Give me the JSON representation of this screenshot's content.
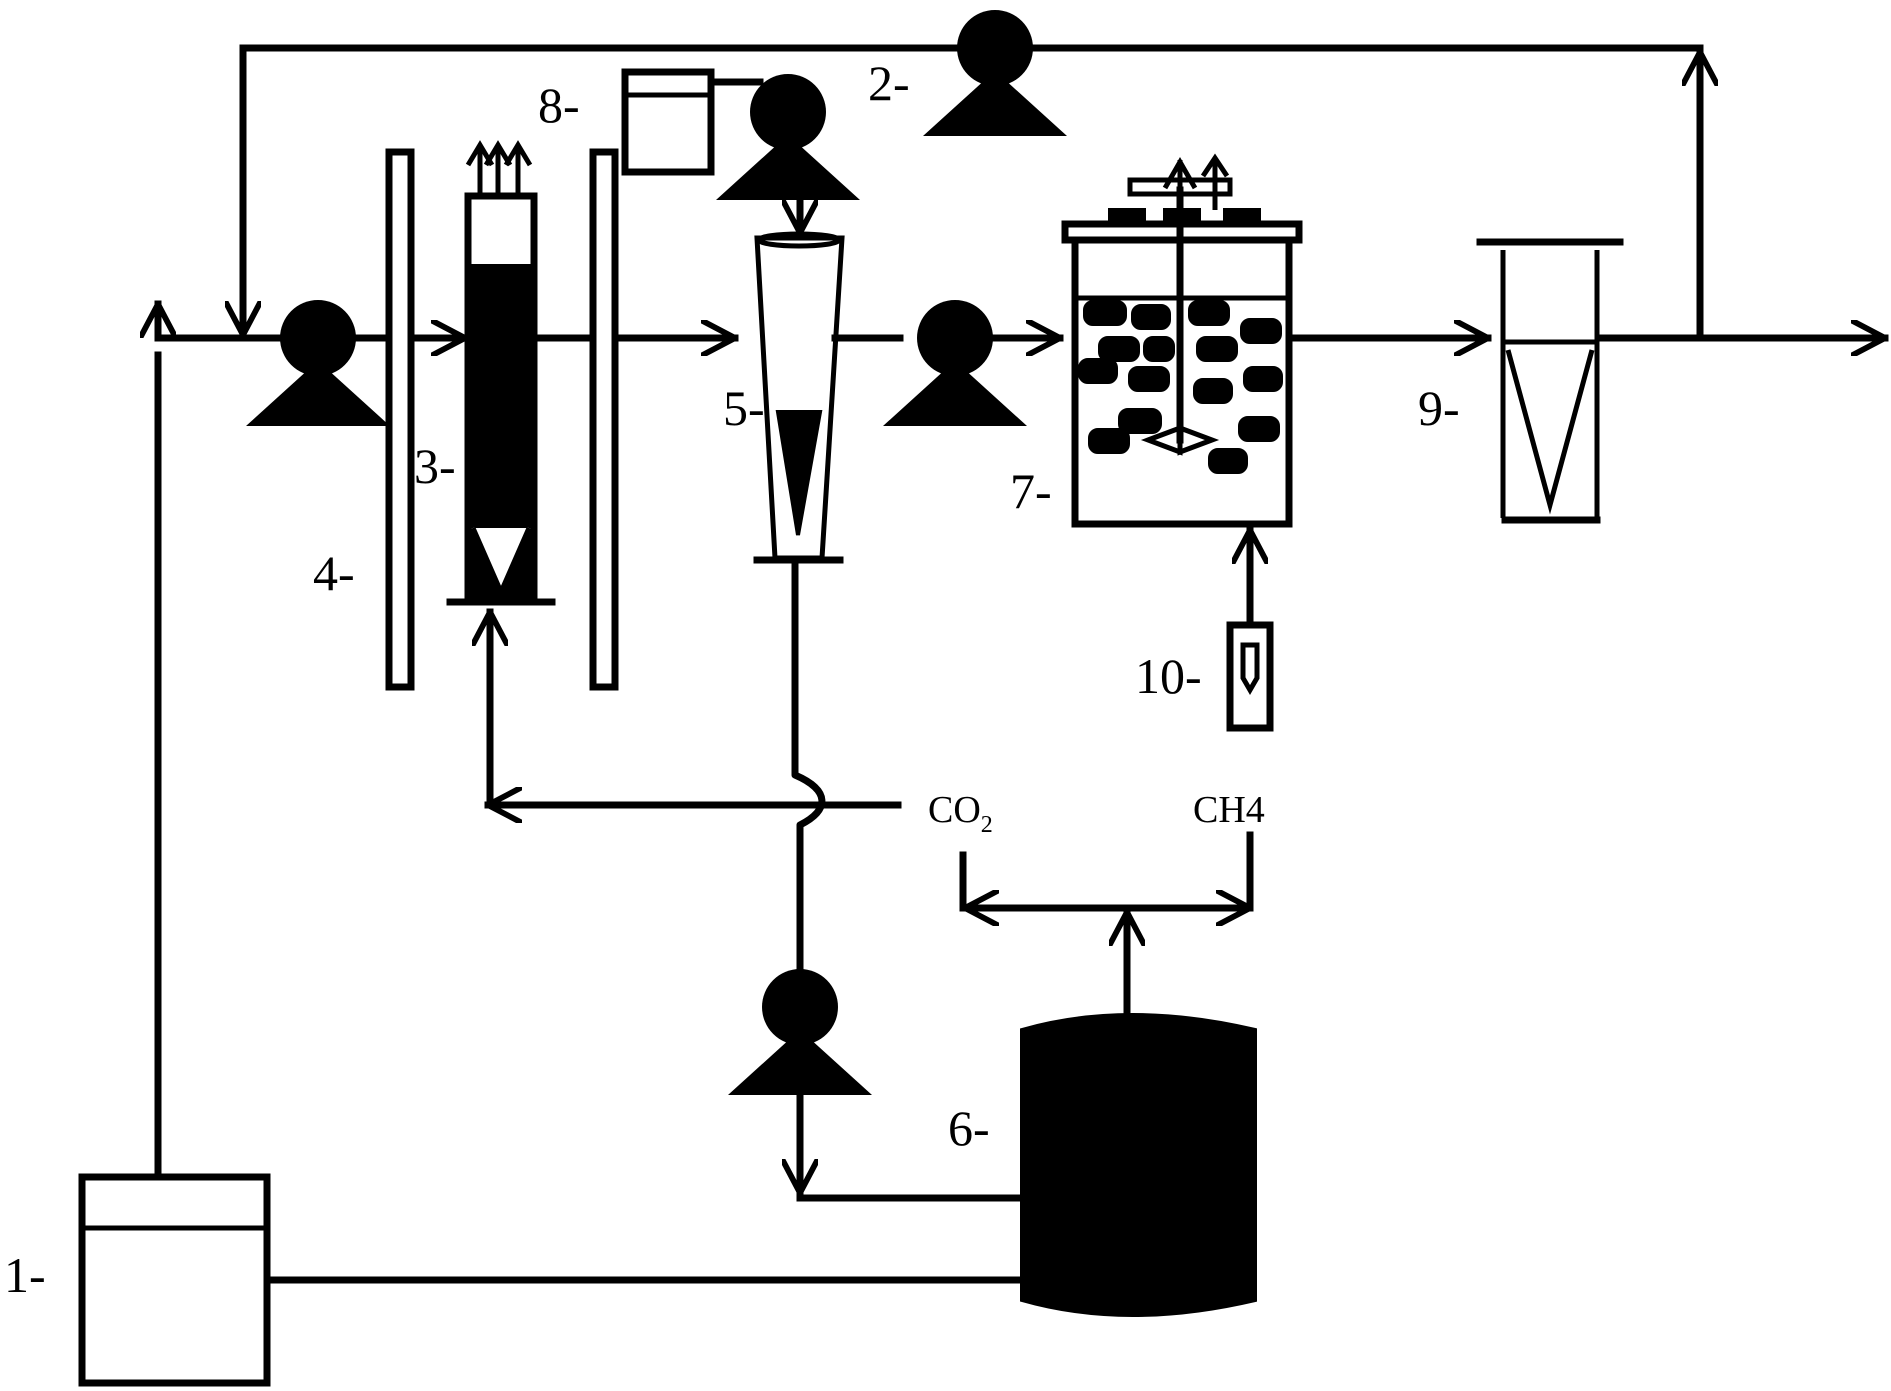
{
  "diagram": {
    "labels": {
      "l1": "1-",
      "l2": "2-",
      "l3": "3-",
      "l4": "4-",
      "l5": "5-",
      "l6": "6-",
      "l7": "7-",
      "l8": "8-",
      "l9": "9-",
      "l10": "10-"
    },
    "gases": {
      "co2_main": "CO",
      "co2_sub": "2",
      "ch4": "CH4"
    }
  }
}
